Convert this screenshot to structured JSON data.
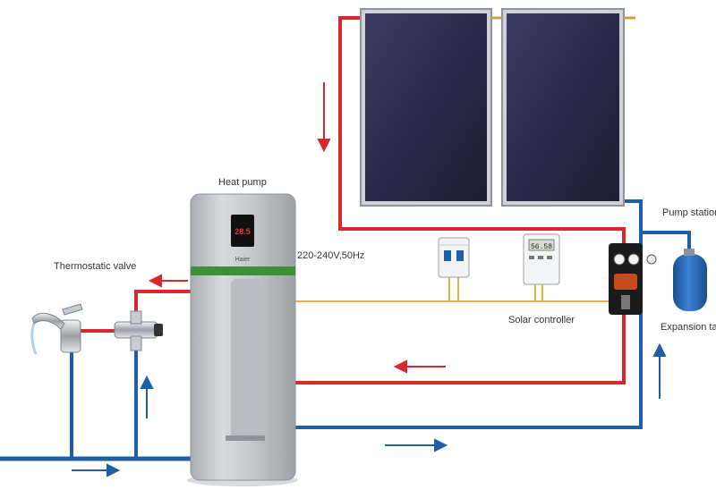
{
  "labels": {
    "heat_pump": "Heat pump",
    "thermostatic_valve": "Thermostatic valve",
    "power_supply": "220-240V,50Hz",
    "solar_controller": "Solar controller",
    "pump_station": "Pump station",
    "expansion_tank": "Expansion tank"
  },
  "heat_pump_display": {
    "reading": "28.5",
    "brand": "Haier"
  },
  "controller_display": {
    "reading": "56.58"
  },
  "colors": {
    "hot_pipe": "#d7282f",
    "cold_pipe": "#1f5fa8",
    "wire": "#e8b44a",
    "panel": "#2b2a4a",
    "heat_pump_body": "#c8cbce",
    "heat_pump_band": "#3f8f3a",
    "expansion_tank": "#2a6fc0"
  },
  "icons": [
    "solar-panel-icon",
    "faucet-icon",
    "valve-icon",
    "circuit-breaker-icon",
    "controller-icon",
    "pump-station-icon",
    "expansion-tank-icon",
    "flow-arrow-icon"
  ]
}
